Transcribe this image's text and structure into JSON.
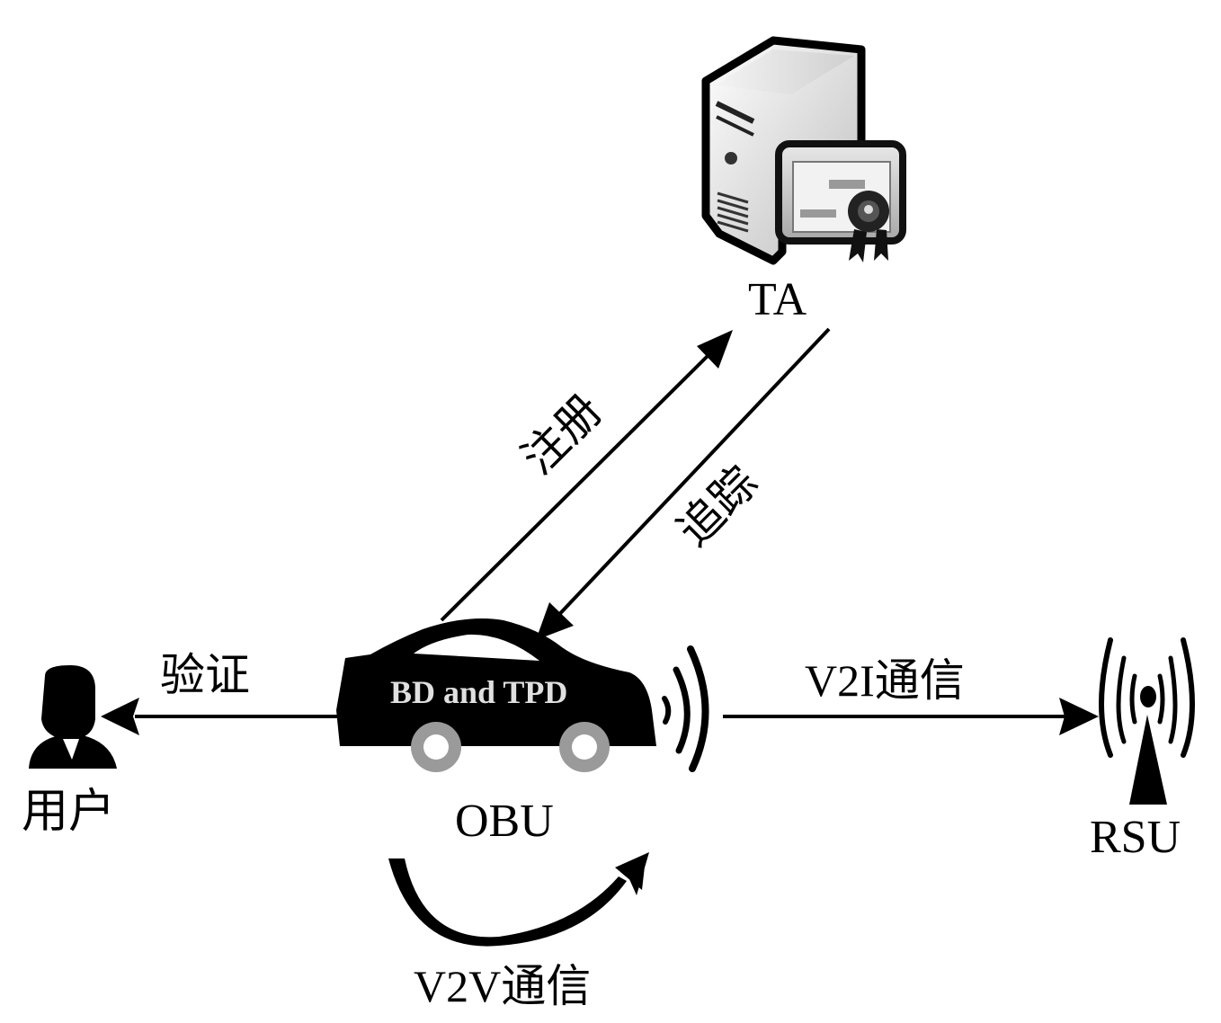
{
  "nodes": {
    "ta": {
      "label": "TA",
      "icon": "server-certificate-icon"
    },
    "obu": {
      "label": "OBU",
      "icon": "car-icon",
      "car_text": "BD and TPD"
    },
    "user": {
      "label": "用户",
      "icon": "user-icon"
    },
    "rsu": {
      "label": "RSU",
      "icon": "antenna-tower-icon"
    }
  },
  "edges": {
    "register": {
      "label": "注册",
      "from": "OBU",
      "to": "TA"
    },
    "trace": {
      "label": "追踪",
      "from": "TA",
      "to": "OBU"
    },
    "verify": {
      "label": "验证",
      "from": "OBU",
      "to": "用户"
    },
    "v2i": {
      "label": "V2I通信",
      "from": "OBU",
      "to": "RSU"
    },
    "v2v": {
      "label": "V2V通信",
      "from": "OBU",
      "to": "OBU"
    }
  },
  "colors": {
    "line": "#000000",
    "wheel": "#9a9a9a",
    "background": "#ffffff"
  }
}
